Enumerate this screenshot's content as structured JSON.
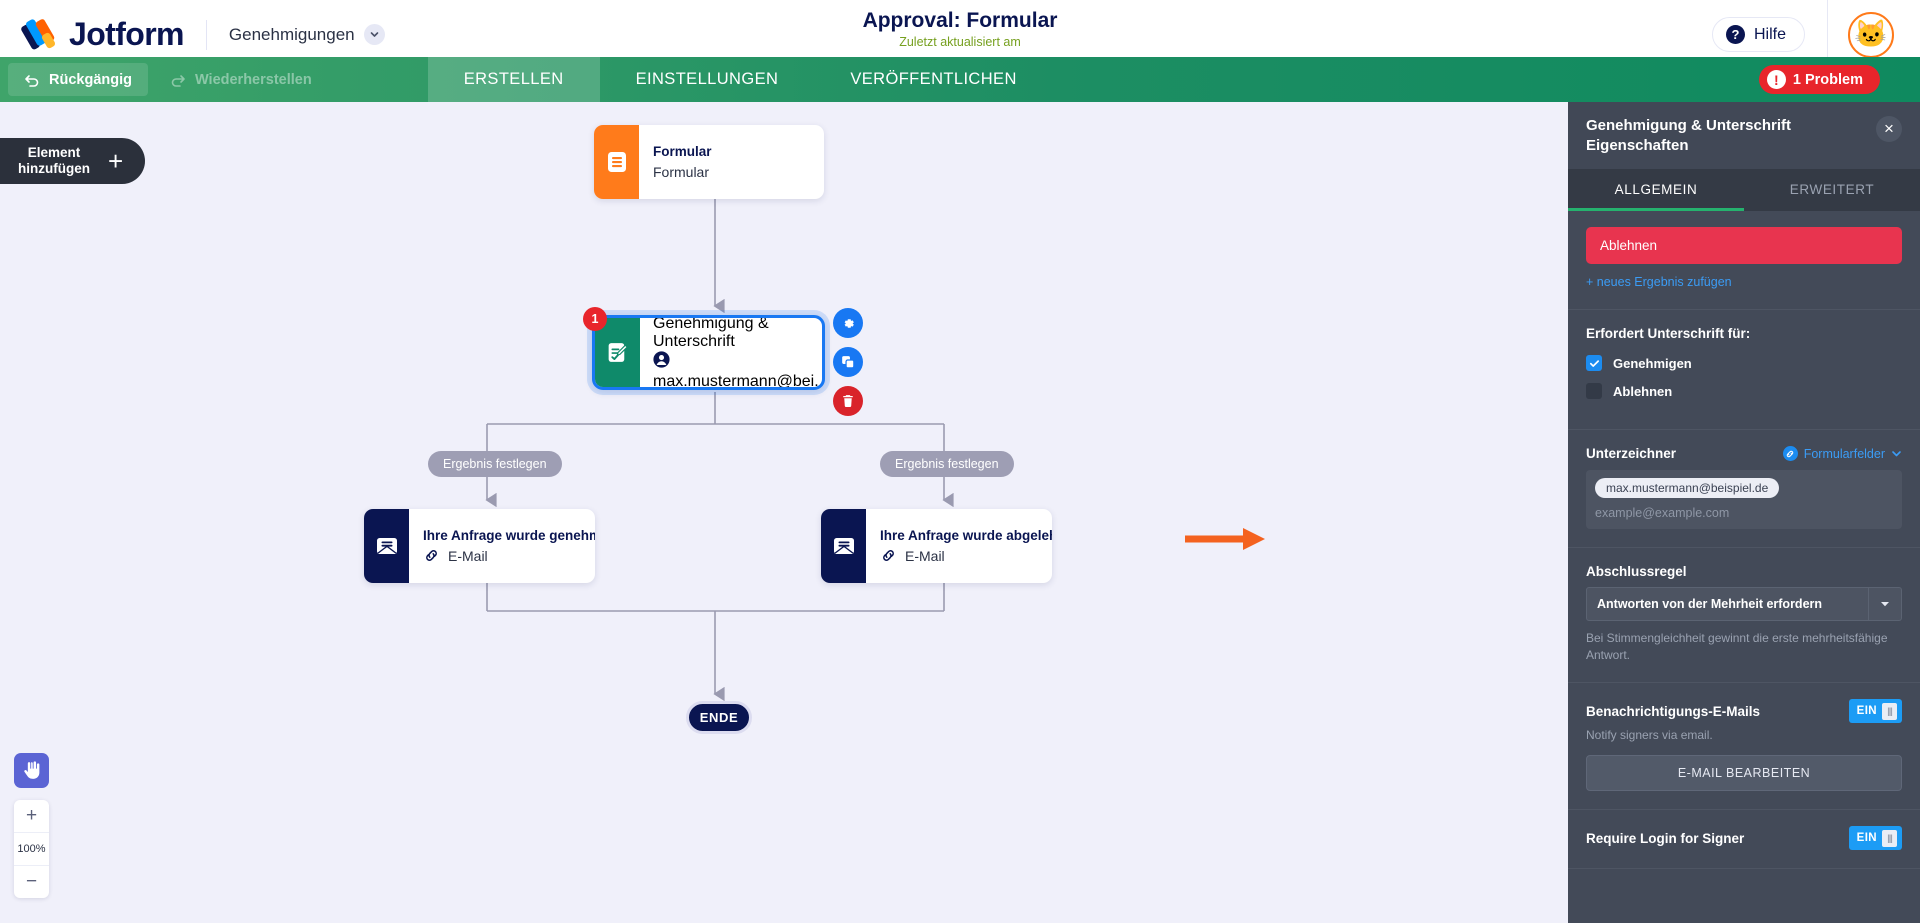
{
  "topbar": {
    "brand": "Jotform",
    "workspace": "Genehmigungen",
    "title": "Approval: Formular",
    "subtitle": "Zuletzt aktualisiert am",
    "help_label": "Hilfe",
    "avatar_glyph": "🐱"
  },
  "toolbar": {
    "undo_label": "Rückgängig",
    "redo_label": "Wiederherstellen",
    "tabs": [
      {
        "label": "ERSTELLEN",
        "active": true
      },
      {
        "label": "EINSTELLUNGEN",
        "active": false
      },
      {
        "label": "VERÖFFENTLICHEN",
        "active": false
      }
    ],
    "problem_badge": "1 Problem",
    "problem_icon": "!"
  },
  "canvas": {
    "add_element_line1": "Element",
    "add_element_line2": "hinzufügen",
    "add_element_plus": "+",
    "zoom_value": "100%",
    "zoom_in": "+",
    "zoom_out": "−",
    "nodes": {
      "form": {
        "title": "Formular",
        "subtitle": "Formular"
      },
      "approval": {
        "title": "Genehmigung & Unterschrift",
        "subtitle": "max.mustermann@bei...",
        "badge": "1"
      },
      "email_approved": {
        "title": "Ihre Anfrage wurde genehmigt.",
        "subtitle": "E-Mail"
      },
      "email_rejected": {
        "title": "Ihre Anfrage wurde abgelehnt.",
        "subtitle": "E-Mail"
      },
      "end": {
        "label": "ENDE"
      }
    },
    "branch_left_label": "Ergebnis festlegen",
    "branch_right_label": "Ergebnis festlegen"
  },
  "panel": {
    "title": "Genehmigung & Unterschrift Eigenschaften",
    "close": "×",
    "tabs": [
      {
        "label": "ALLGEMEIN",
        "active": true
      },
      {
        "label": "ERWEITERT",
        "active": false
      }
    ],
    "outcome_button": "Ablehnen",
    "add_outcome": "+ neues Ergebnis zufügen",
    "signature_required_title": "Erfordert Unterschrift für:",
    "checkboxes": [
      {
        "label": "Genehmigen",
        "checked": true
      },
      {
        "label": "Ablehnen",
        "checked": false
      }
    ],
    "signer_label": "Unterzeichner",
    "form_fields_link": "Formularfelder",
    "signer_tag": "max.mustermann@beispiel.de",
    "signer_placeholder": "example@example.com",
    "completion_rule_label": "Abschlussregel",
    "completion_rule_value": "Antworten von der Mehrheit erfordern",
    "completion_rule_hint": "Bei Stimmengleichheit gewinnt die erste mehrheitsfähige Antwort.",
    "notify_label": "Benachrichtigungs-E-Mails",
    "notify_toggle": "EIN",
    "notify_hint": "Notify signers via email.",
    "edit_email_button": "E-MAIL BEARBEITEN",
    "require_login_label": "Require Login for Signer",
    "require_login_toggle": "EIN"
  },
  "colors": {
    "green": "#1d8e63",
    "orange": "#ff7b1b",
    "navy": "#0a1551",
    "red": "#e8252b",
    "blue": "#1878f3",
    "teal": "#0f8a6a",
    "panel_bg": "#434a58"
  }
}
